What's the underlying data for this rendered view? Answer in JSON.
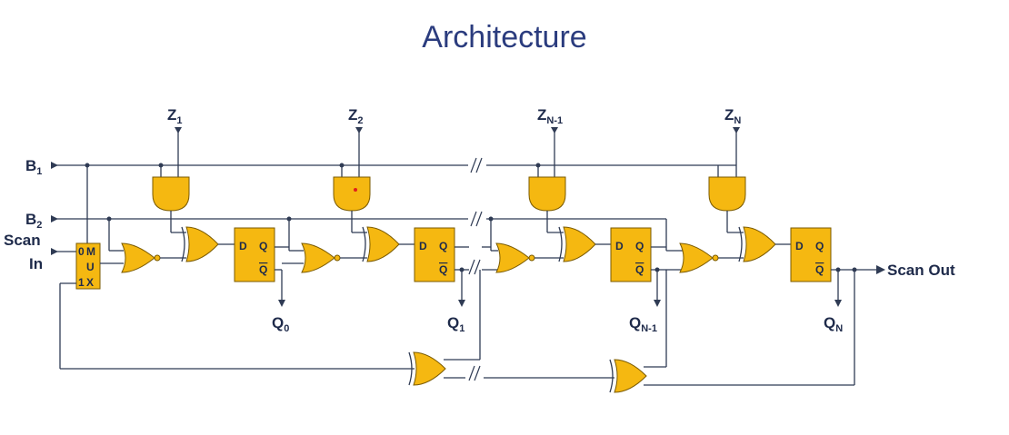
{
  "title": "Architecture",
  "colors": {
    "title": "#2b3c7e",
    "gate_fill": "#f5b811",
    "wire": "#2f3b54",
    "label": "#1e2a4a"
  },
  "inputs": {
    "b1": {
      "main": "B",
      "sub": "1"
    },
    "b2": {
      "main": "B",
      "sub": "2"
    },
    "scan_in_line1": "Scan",
    "scan_in_line2": "In"
  },
  "output": "Scan Out",
  "mux": {
    "sel0": "0",
    "sel1": "1",
    "letters": [
      "M",
      "U",
      "X"
    ]
  },
  "flip_flop": {
    "d": "D",
    "q": "Q",
    "qbar": "Q"
  },
  "z_labels": [
    {
      "main": "Z",
      "sub": "1"
    },
    {
      "main": "Z",
      "sub": "2"
    },
    {
      "main": "Z",
      "sub": "N-1"
    },
    {
      "main": "Z",
      "sub": "N"
    }
  ],
  "q_labels": [
    {
      "main": "Q",
      "sub": "0"
    },
    {
      "main": "Q",
      "sub": "1"
    },
    {
      "main": "Q",
      "sub": "N-1"
    },
    {
      "main": "Q",
      "sub": "N"
    }
  ]
}
